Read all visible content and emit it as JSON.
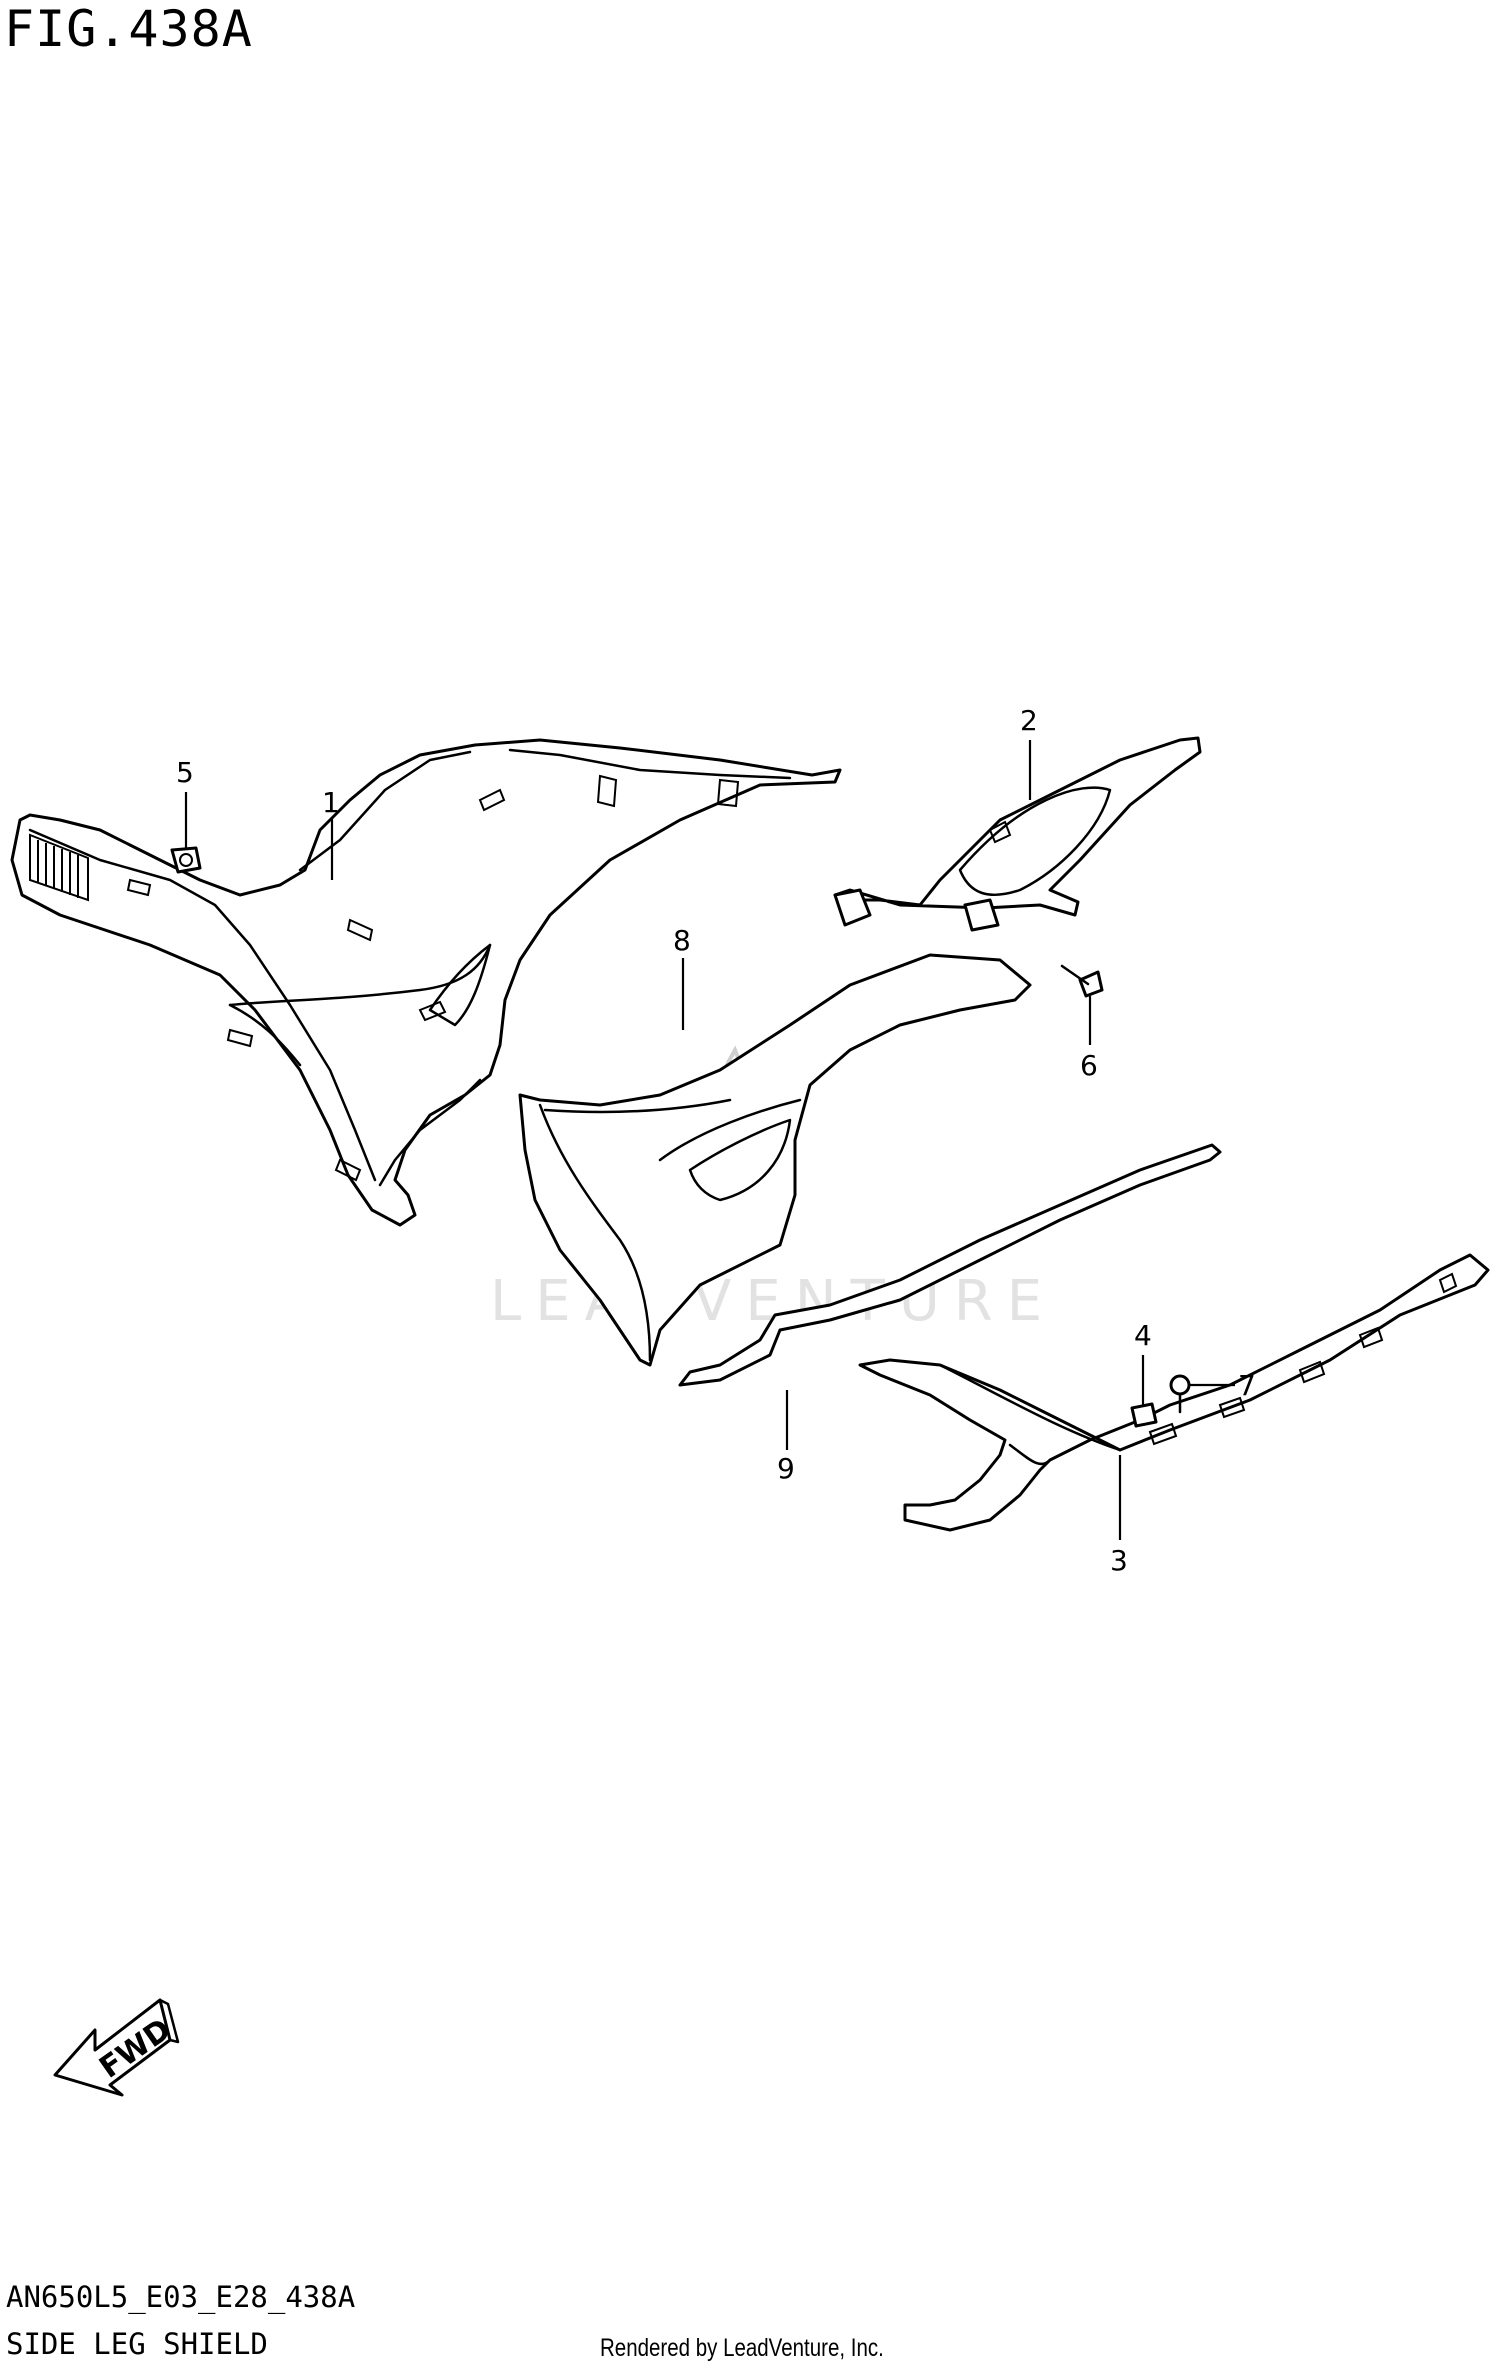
{
  "figure_title": "FIG.438A",
  "diagram_code": "AN650L5_E03_E28_438A",
  "section_name": "SIDE LEG SHIELD",
  "rendered_by": "Rendered by LeadVenture, Inc.",
  "watermark": "LEADVENTURE",
  "fwd_label": "FWD",
  "callouts": {
    "c1": "1",
    "c2": "2",
    "c3": "3",
    "c4": "4",
    "c5": "5",
    "c6": "6",
    "c7": "7",
    "c8": "8",
    "c9": "9"
  }
}
